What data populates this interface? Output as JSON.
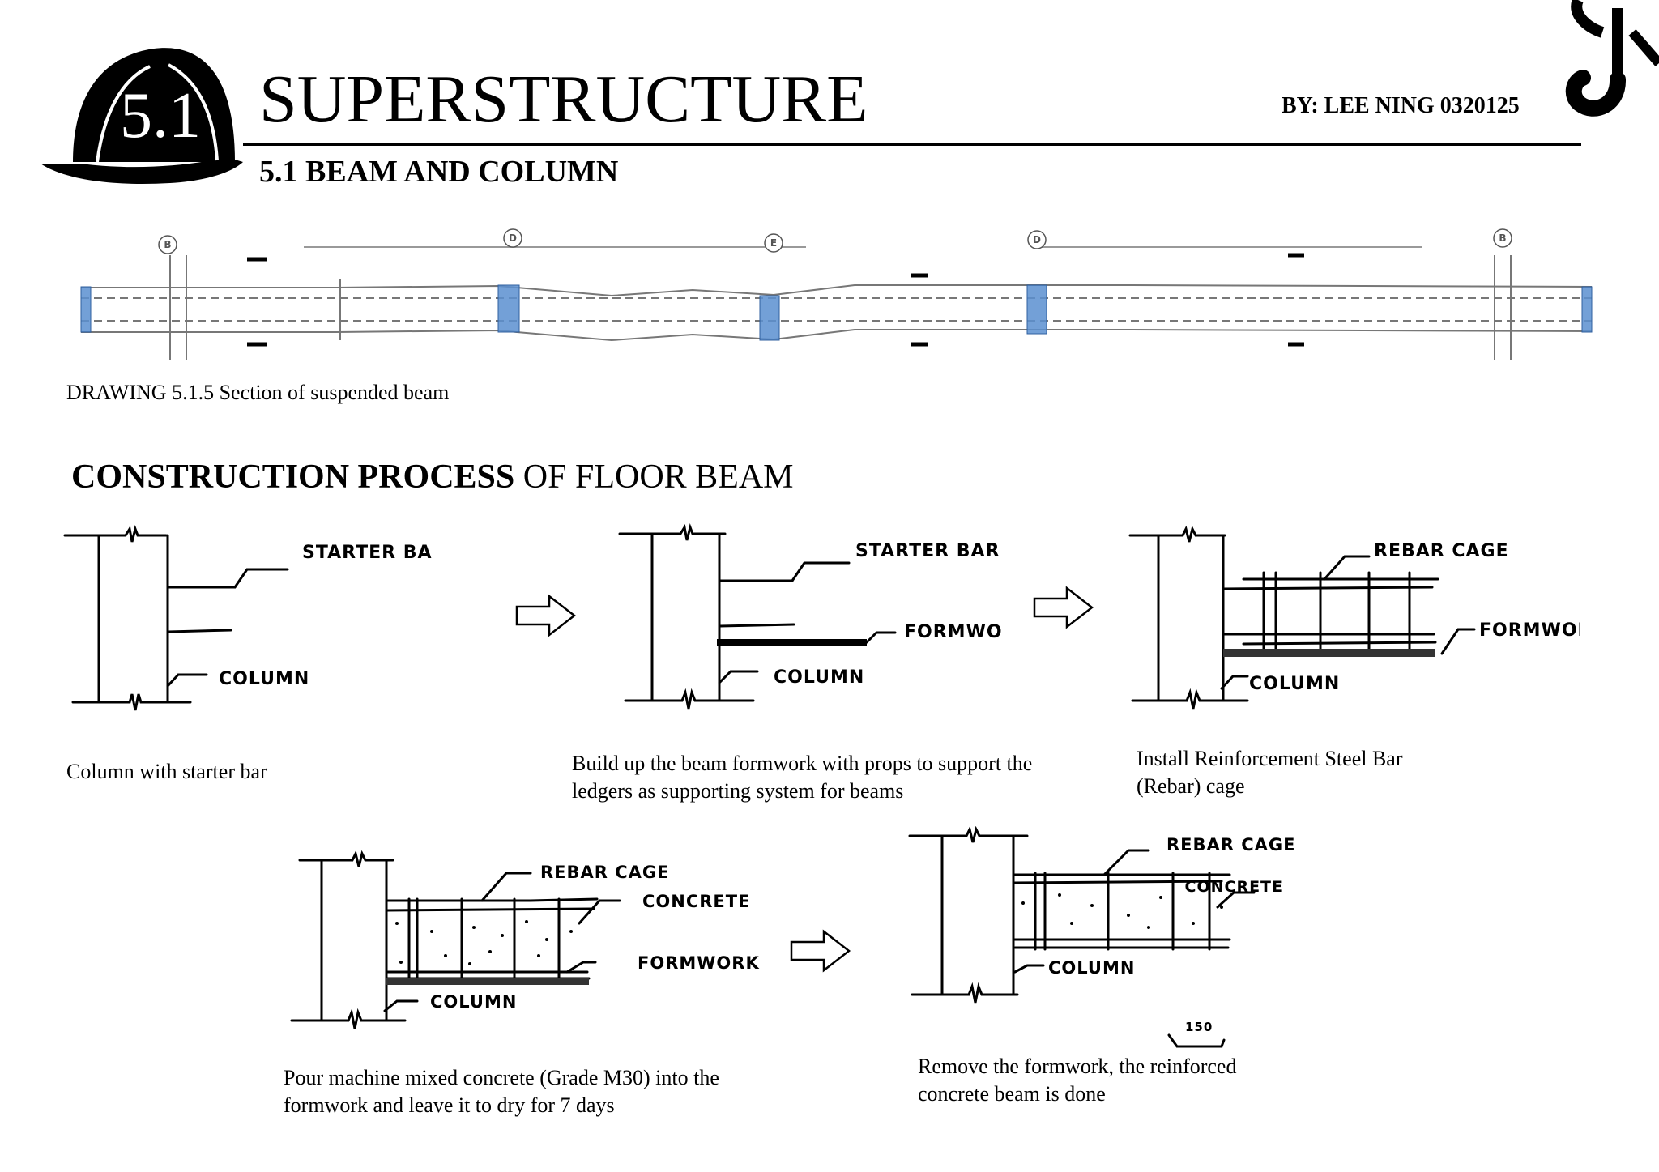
{
  "header": {
    "section_number": "5.1",
    "title": "SUPERSTRUCTURE",
    "subtitle": "5.1 BEAM AND COLUMN",
    "author": "BY: LEE NING 0320125",
    "icons": [
      "hard-hat-icon",
      "crane-hook-icon"
    ]
  },
  "drawing": {
    "caption": "DRAWING 5.1.5 Section of suspended beam",
    "grid_labels": [
      "B",
      "D",
      "E",
      "D",
      "B"
    ],
    "highlight_color": "#5b8fd0"
  },
  "process": {
    "heading_bold": "CONSTRUCTION PROCESS",
    "heading_rest": " OF FLOOR BEAM",
    "steps": [
      {
        "caption_line1": "Column with starter bar",
        "caption_line2": "",
        "labels": [
          "STARTER BAR",
          "COLUMN"
        ]
      },
      {
        "caption_line1": "Build up the beam formwork with props to support the",
        "caption_line2": "ledgers as supporting system for beams",
        "labels": [
          "STARTER BAR",
          "FORMWORK",
          "COLUMN"
        ]
      },
      {
        "caption_line1": "Install Reinforcement Steel Bar",
        "caption_line2": "(Rebar) cage",
        "labels": [
          "REBAR CAGE",
          "FORMWORK",
          "COLUMN"
        ]
      },
      {
        "caption_line1": "Pour machine mixed concrete (Grade M30) into the",
        "caption_line2": "formwork and leave it to dry for 7 days",
        "labels": [
          "REBAR CAGE",
          "CONCRETE",
          "FORMWORK",
          "COLUMN"
        ]
      },
      {
        "caption_line1": "Remove the formwork, the reinforced",
        "caption_line2": "concrete beam is done",
        "labels": [
          "REBAR CAGE",
          "CONCRETE",
          "COLUMN"
        ],
        "dimension": "150"
      }
    ]
  }
}
